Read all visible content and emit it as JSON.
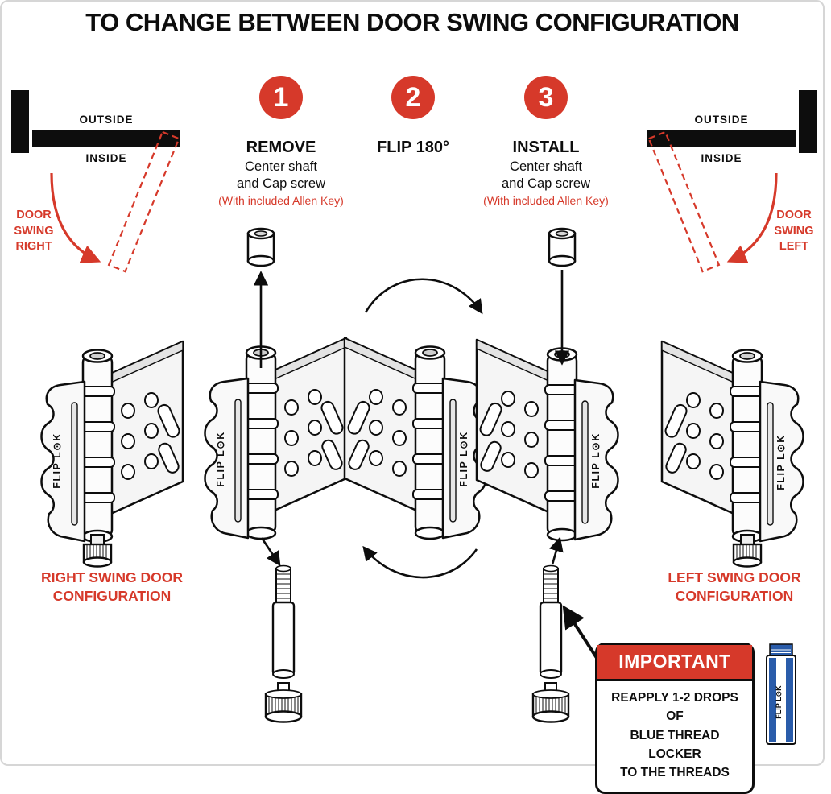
{
  "title": "TO CHANGE BETWEEN DOOR SWING CONFIGURATION",
  "brand": "FLIP L⊙K",
  "colors": {
    "red": "#d6392a",
    "black": "#0d0d0d",
    "blue": "#2a5caa"
  },
  "door_left": {
    "outside": "OUTSIDE",
    "inside": "INSIDE",
    "swing": "DOOR\nSWING\nRIGHT"
  },
  "door_right": {
    "outside": "OUTSIDE",
    "inside": "INSIDE",
    "swing": "DOOR\nSWING\nLEFT"
  },
  "steps": [
    {
      "number": "1",
      "action": "REMOVE",
      "detail": "Center shaft\nand Cap screw",
      "note": "(With included Allen Key)"
    },
    {
      "number": "2",
      "action": "FLIP 180°",
      "detail": "",
      "note": ""
    },
    {
      "number": "3",
      "action": "INSTALL",
      "detail": "Center shaft\nand Cap screw",
      "note": "(With included Allen Key)"
    }
  ],
  "configurations": {
    "right": "RIGHT SWING DOOR\nCONFIGURATION",
    "left": "LEFT SWING DOOR\nCONFIGURATION"
  },
  "important": {
    "header": "IMPORTANT",
    "body": "REAPPLY 1-2 DROPS OF\nBLUE THREAD LOCKER\nTO THE THREADS"
  }
}
